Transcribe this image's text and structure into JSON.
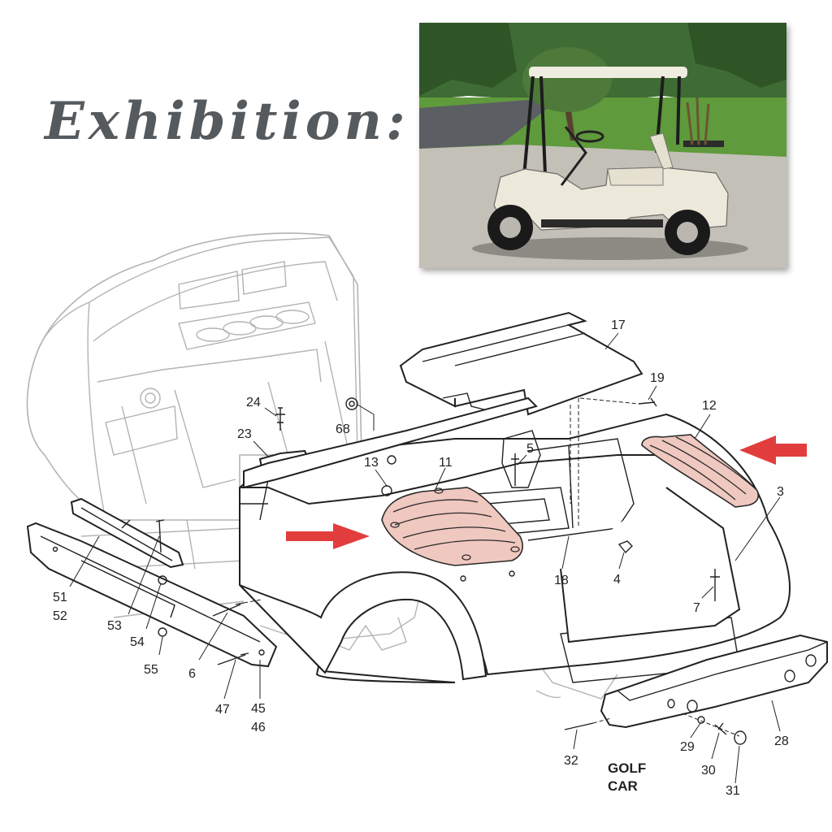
{
  "headline": "Exhibition:",
  "photo": {
    "colors": {
      "sky": "#d8dde2",
      "trees": "#3f6b34",
      "grass": "#5f9a3c",
      "road": "#5b5e62",
      "pavement": "#c3c0b8",
      "cart": "#ede9da",
      "roof": "#efece0"
    }
  },
  "diagram": {
    "caption_line1": "GOLF",
    "caption_line2": "CAR",
    "highlight_color": "#efc8c0",
    "arrow_color": "#e23d3d",
    "labels": {
      "l3": "3",
      "l4": "4",
      "l5": "5",
      "l6": "6",
      "l7": "7",
      "l11": "11",
      "l12": "12",
      "l13": "13",
      "l17": "17",
      "l18": "18",
      "l19": "19",
      "l23": "23",
      "l24": "24",
      "l28": "28",
      "l29": "29",
      "l30": "30",
      "l31": "31",
      "l32": "32",
      "l45": "45",
      "l46": "46",
      "l47": "47",
      "l51": "51",
      "l52": "52",
      "l53": "53",
      "l54": "54",
      "l55": "55",
      "l68": "68"
    }
  }
}
